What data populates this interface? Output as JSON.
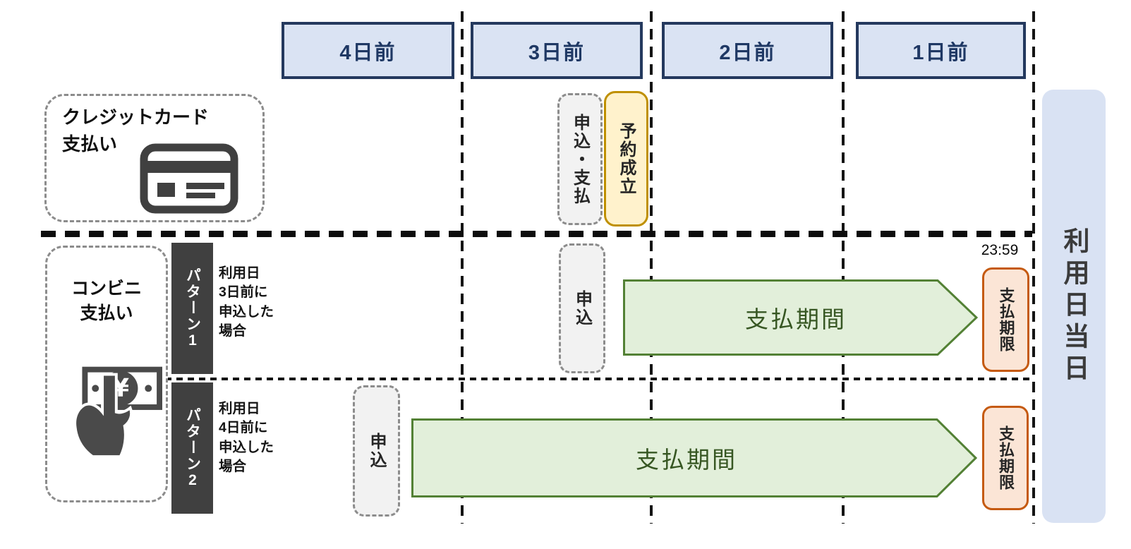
{
  "timeline": {
    "columns": [
      {
        "label": "4日前"
      },
      {
        "label": "3日前"
      },
      {
        "label": "2日前"
      },
      {
        "label": "1日前"
      }
    ],
    "final_day_label": "利用日当日"
  },
  "credit": {
    "title": "クレジットカード\n支払い",
    "apply_pay_label": "申込・支払",
    "confirmed_label": "予約成立"
  },
  "conv": {
    "title": "コンビニ\n支払い",
    "patterns": [
      {
        "badge": "パターン1",
        "description": "利用日\n3日前に\n申込した\n場合",
        "apply_label": "申込",
        "period_label": "支払期間",
        "deadline_label": "支払期限",
        "deadline_time": "23:59"
      },
      {
        "badge": "パターン2",
        "description": "利用日\n4日前に\n申込した\n場合",
        "apply_label": "申込",
        "period_label": "支払期間",
        "deadline_label": "支払期限"
      }
    ]
  },
  "colors": {
    "header_fill": "#dae3f3",
    "header_border": "#24395e",
    "header_text": "#1f3864",
    "period_fill": "#e2efda",
    "period_border": "#538135",
    "period_text": "#375723",
    "confirmed_fill": "#fff2cc",
    "confirmed_border": "#bf9000",
    "deadline_fill": "#fbe5d6",
    "deadline_border": "#c55a11",
    "apply_fill": "#f2f2f2",
    "pattern_bar": "#404040",
    "final_day_fill": "#d9e2f3"
  }
}
